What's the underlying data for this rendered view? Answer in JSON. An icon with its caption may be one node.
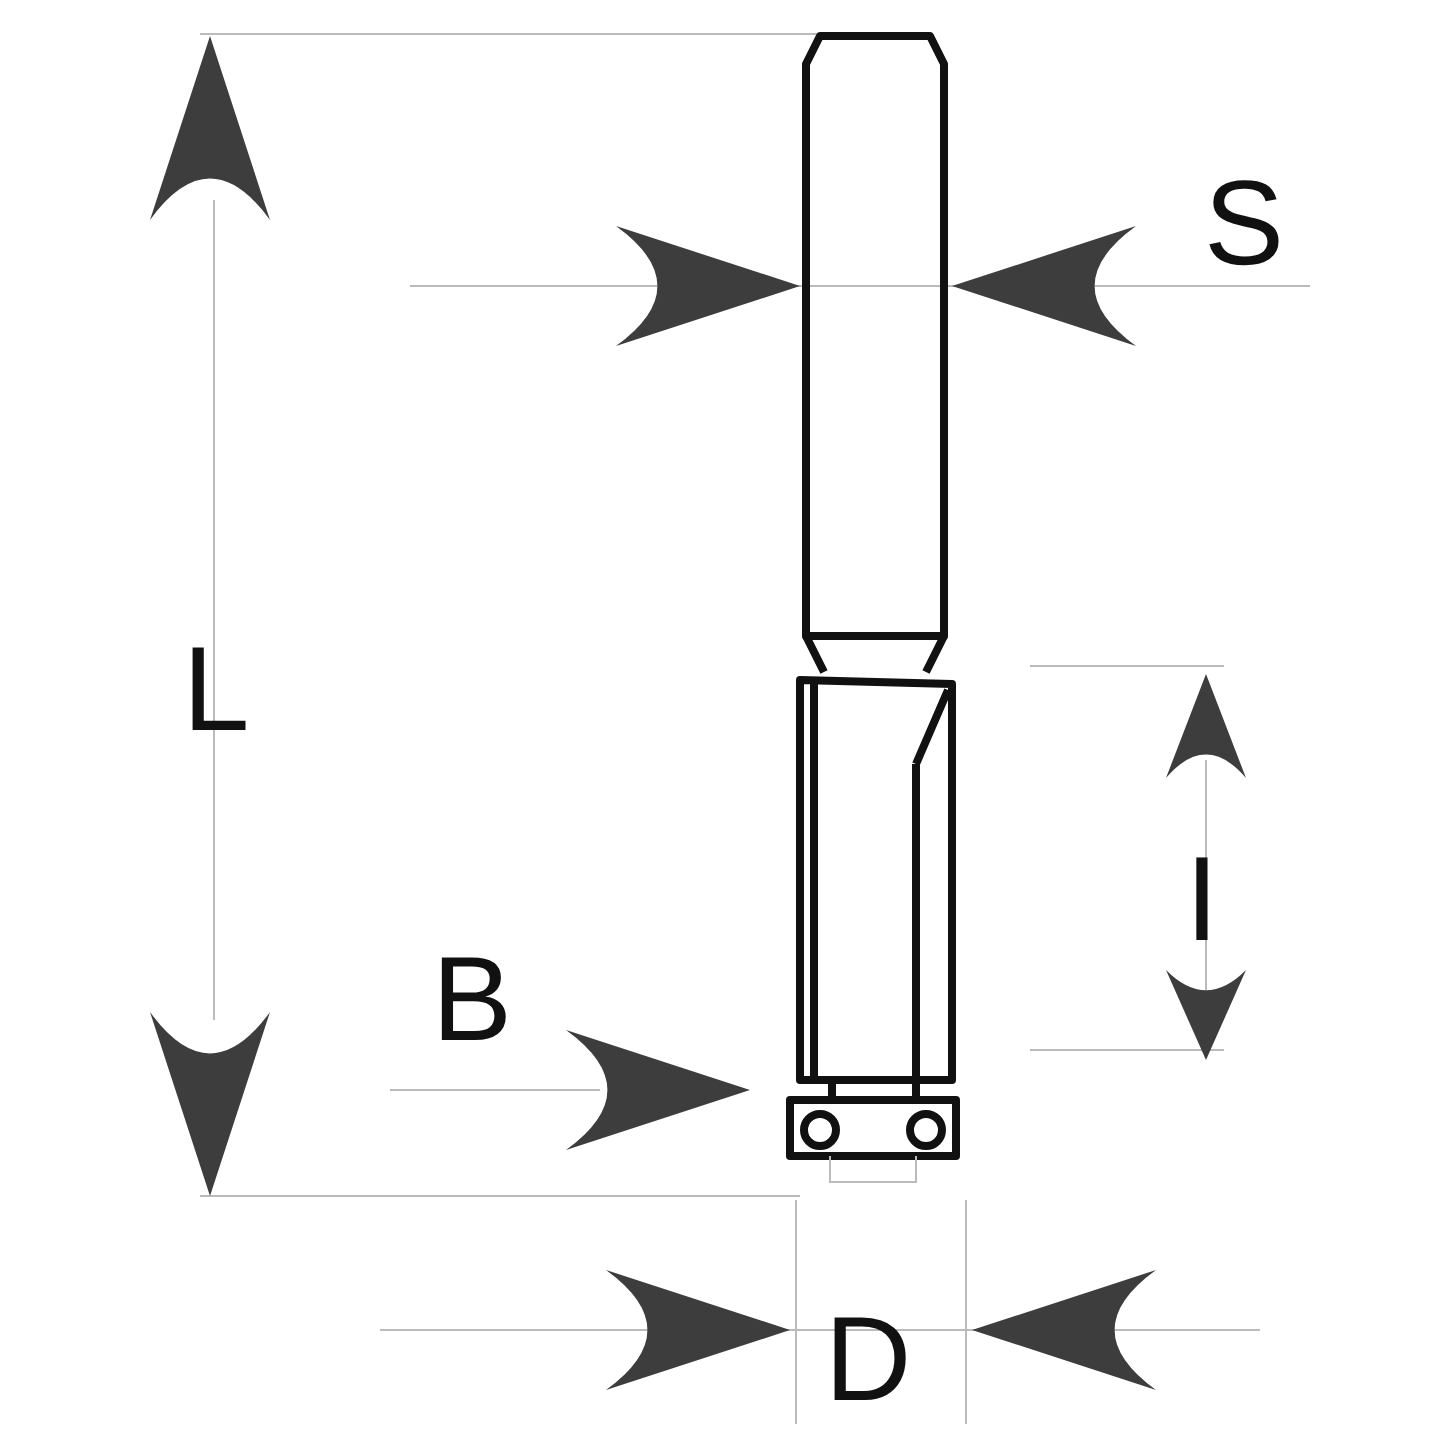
{
  "diagram": {
    "labels": [
      "S",
      "L",
      "I",
      "B",
      "D"
    ]
  }
}
